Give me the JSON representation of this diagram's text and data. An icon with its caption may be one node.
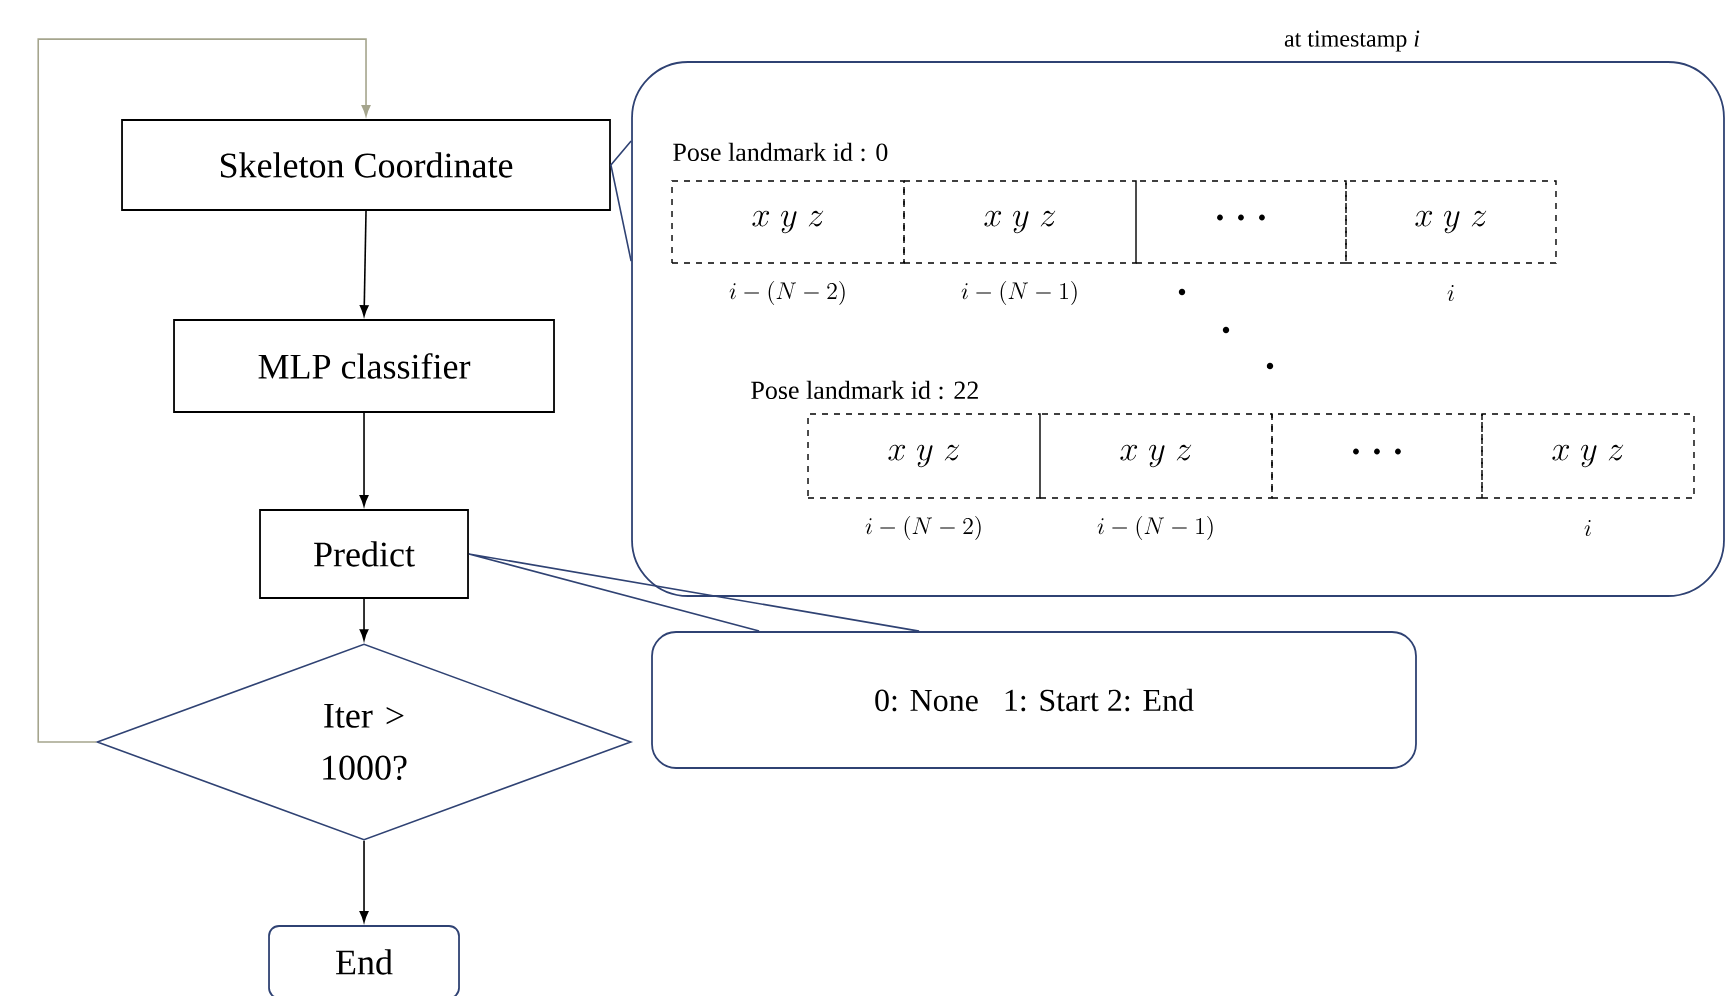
{
  "diagram": {
    "nodes": [
      {
        "text": [
          "Skeleton Coordinate"
        ]
      },
      {
        "text": [
          "MLP classifier"
        ]
      },
      {
        "text": [
          "Predict"
        ]
      },
      {
        "text": [
          "Iter > 1000?"
        ]
      },
      {
        "text": [
          "End"
        ]
      },
      {
        "text": [
          "at timestamp *i*"
        ]
      },
      {
        "text": [
          "x\\ y\\ z"
        ],
        "in": 5,
        "beside": [
          "i-(N-2)"
        ]
      },
      {
        "text": [
          "x\\ y\\ z"
        ],
        "in": 5,
        "beside": [
          "i-(N-1)"
        ]
      },
      {
        "text": [
          "· · ·"
        ],
        "in": 5
      },
      {
        "text": [
          "x\\ y\\ z"
        ],
        "in": 5,
        "beside": [
          "i"
        ]
      },
      {
        "text": [
          "x\\ y\\ z"
        ],
        "in": 5,
        "beside": [
          "i-(N-2)"
        ]
      },
      {
        "text": [
          "x\\ y\\ z"
        ],
        "in": 5,
        "beside": [
          "i-(N-1)"
        ]
      },
      {
        "text": [
          "· · ·"
        ],
        "in": 5
      },
      {
        "text": [
          "x\\ y\\ z"
        ],
        "in": 5,
        "beside": [
          "i"
        ]
      },
      {
        "text": [
          "0: None    1: Start   2: End"
        ]
      }
    ],
    "edges": [
      {
        "from": 0,
        "to": 1,
        "arrow": "to"
      },
      {
        "from": 1,
        "to": 2,
        "arrow": "to"
      },
      {
        "from": 2,
        "to": 3,
        "arrow": "to"
      },
      {
        "from": 3,
        "to": 4,
        "arrow": "to"
      },
      {
        "from": 3,
        "to": 0,
        "arrow": "to",
        "color": "#a5a58d"
      },
      {
        "from": 5,
        "to": 0,
        "arrow": "none",
        "color": "#2f4273"
      },
      {
        "from": 14,
        "to": 2,
        "arrow": "none",
        "color": "#2f4273"
      }
    ],
    "labels": [
      "Pose landmark id : 0",
      "Pose landmark id : 22"
    ]
  }
}
